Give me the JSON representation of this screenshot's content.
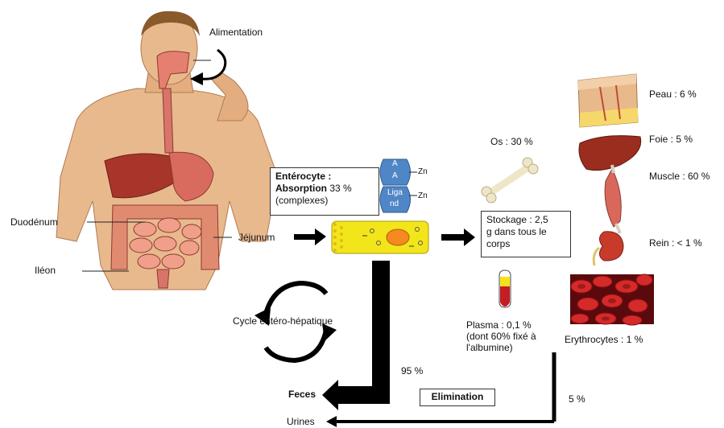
{
  "labels": {
    "alimentation": "Alimentation",
    "duodenum": "Duodénum",
    "ileon": "Iléon",
    "jejunum": "Jéjunum",
    "cycle": "Cycle entéro-hépatique",
    "feces": "Feces",
    "urines": "Urines",
    "pct95": "95 %",
    "pct5": "5 %",
    "elimination": "Elimination"
  },
  "enterocyte": {
    "title": "Entérocyte :",
    "line2": "Absorption 33 %",
    "line3": "(complexes)"
  },
  "complex": {
    "aa1": "A",
    "aa2": "A",
    "zn": "Zn",
    "liga": "Liga",
    "nd": "nd"
  },
  "stockage": {
    "line1": "Stockage : 2,5",
    "line2": "g dans tous le",
    "line3": "corps"
  },
  "organs": {
    "os": "Os : 30 %",
    "peau": "Peau : 6 %",
    "foie": "Foie : 5 %",
    "muscle": "Muscle : 60 %",
    "rein": "Rein : < 1 %",
    "erythrocytes": "Erythrocytes : 1 %"
  },
  "plasma": {
    "line1": "Plasma : 0,1 %",
    "line2": "(dont 60% fixé à",
    "line3": "l'albumine)"
  },
  "colors": {
    "arrow": "#000000",
    "enterocyte_fill": "#f2e61a",
    "blue_cap": "#4f86c6",
    "blood_red": "#c31e23",
    "liver": "#9b2d1f",
    "skin": "#e8b98a"
  }
}
